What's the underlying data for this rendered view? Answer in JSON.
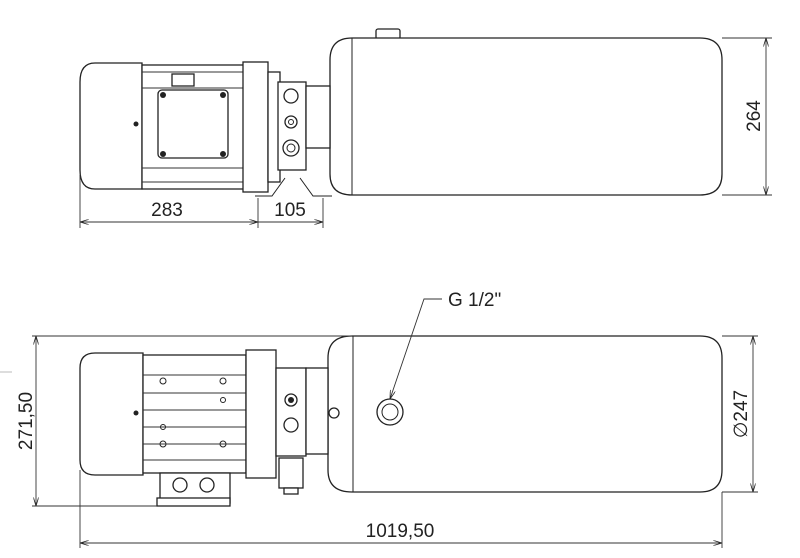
{
  "drawing": {
    "top_view": {
      "dim_motor_length": "283",
      "dim_pump_length": "105",
      "dim_tank_height": "264"
    },
    "front_view": {
      "port_callout": "G 1/2\"",
      "dim_total_height": "271,50",
      "dim_tank_diameter": "∅247",
      "dim_total_length": "1019,50"
    },
    "colors": {
      "line": "#222222",
      "background": "#ffffff"
    }
  }
}
